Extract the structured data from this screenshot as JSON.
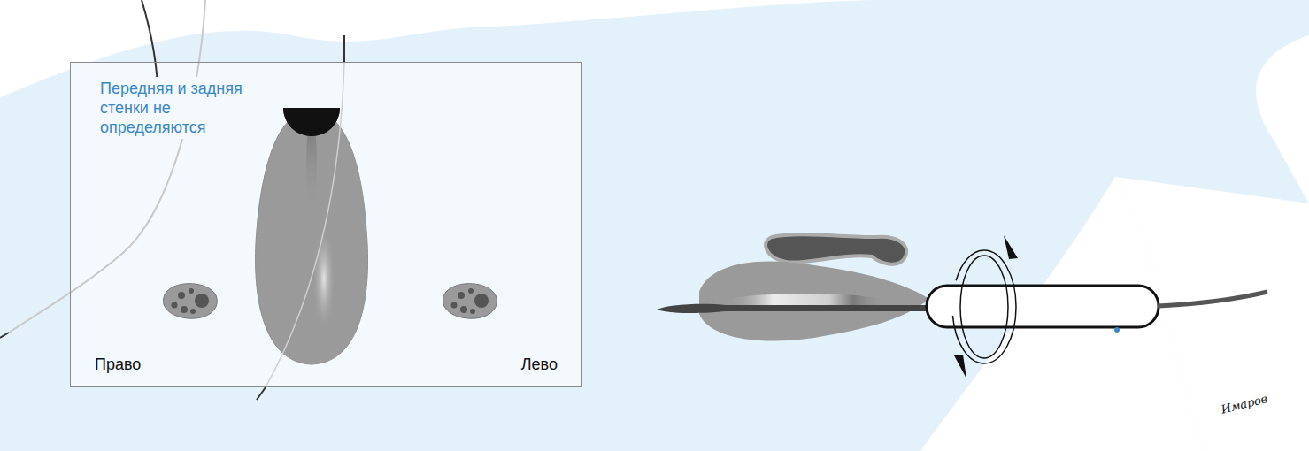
{
  "diagram": {
    "nodes": [
      {
        "text": [
          "Передняя и задняя стенки не определяются",
          "Право",
          "Лево"
        ]
      }
    ],
    "labels": [
      "Имаров"
    ]
  }
}
